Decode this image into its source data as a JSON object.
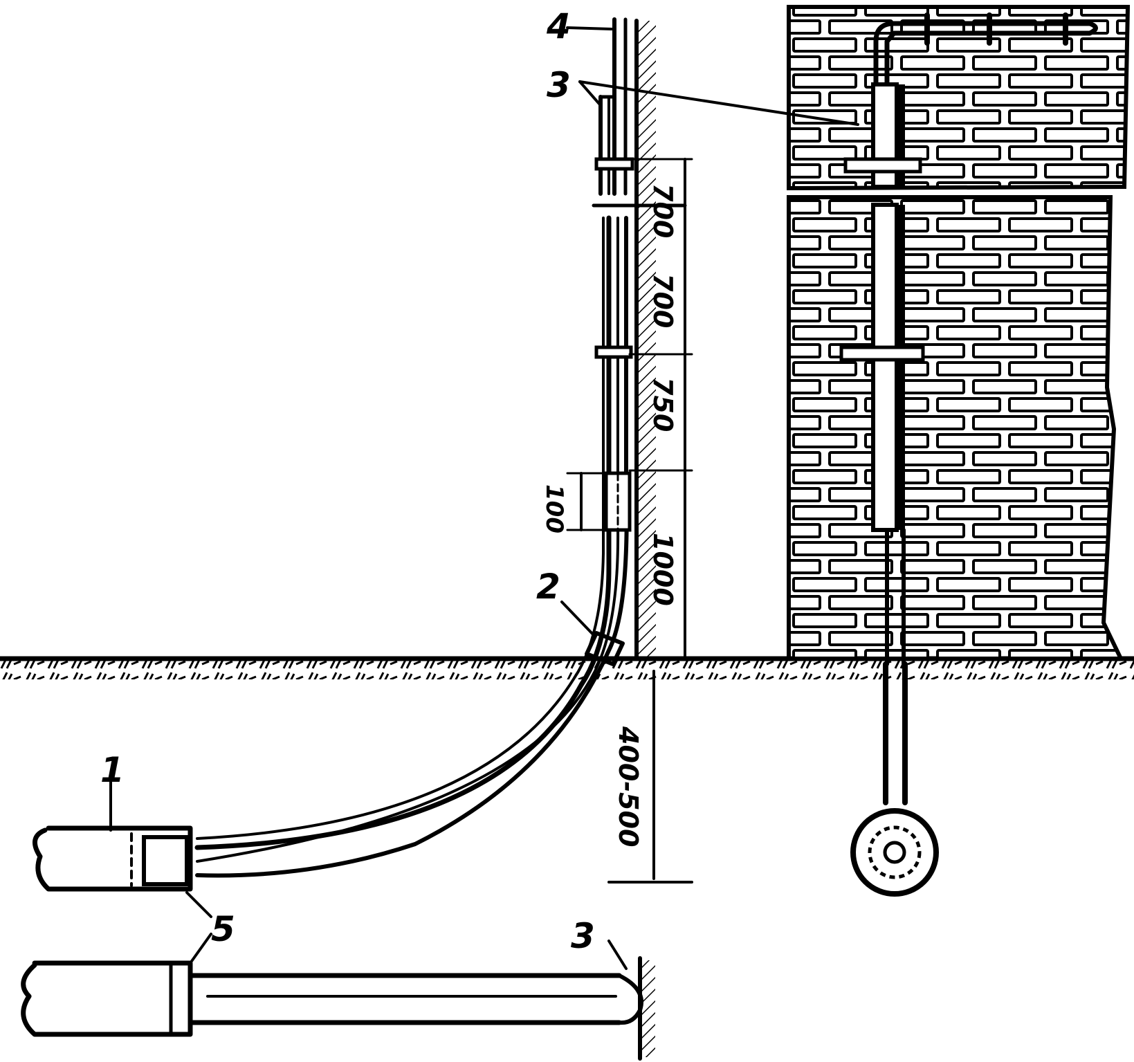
{
  "callouts": {
    "c1": "1",
    "c2": "2",
    "c3_top": "3",
    "c3_bottom": "3",
    "c4": "4",
    "c5": "5"
  },
  "dimensions": {
    "d700_a": "700",
    "d700_b": "700",
    "d750": "750",
    "d100": "100",
    "d1000": "1000",
    "d400_500": "400-500"
  },
  "colors": {
    "ink": "#000000",
    "paper": "#ffffff"
  }
}
